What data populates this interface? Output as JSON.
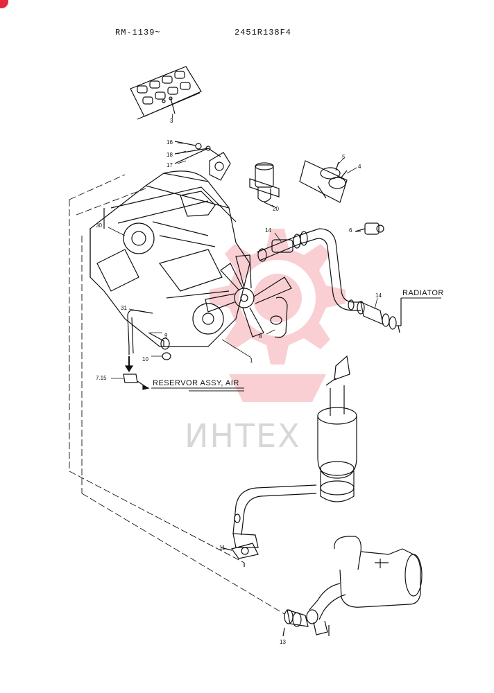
{
  "header": {
    "model_range": "RM-1139~",
    "drawing_code": "2451R138F4"
  },
  "watermark": {
    "text": "ИНТЕХ",
    "color": "#e6283a"
  },
  "labels": {
    "radiator": "RADIATOR",
    "reservoir": "RESERVOR ASSY, AIR"
  },
  "callouts": {
    "c1": "1",
    "c3": "3",
    "c4": "4",
    "c5": "5",
    "c6": "6",
    "c715": "7.15",
    "c8": "8",
    "c9": "9",
    "c10": "10",
    "c11": "11",
    "c13": "13",
    "c14a": "14",
    "c14b": "14",
    "c16": "16",
    "c17": "17",
    "c18": "18",
    "c20": "20",
    "c30": "30",
    "c31": "31"
  }
}
